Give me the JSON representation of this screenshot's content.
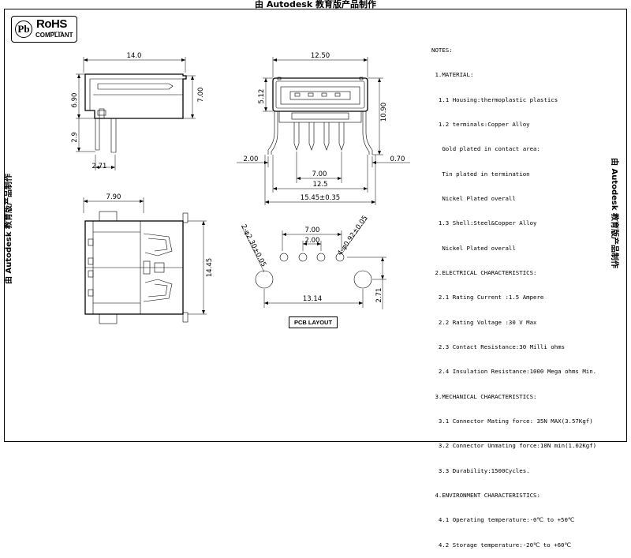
{
  "banner": {
    "top": "由 Autodesk 教育版产品制作",
    "left": "由 Autodesk 教育版产品制作",
    "right": "由 Autodesk 教育版产品制作"
  },
  "rohs": {
    "symbol": "Pb",
    "title": "RoHS",
    "subtitle": "COMPLIANT",
    "tiny": "Lead free"
  },
  "dimensions": {
    "side_width": "14.0",
    "side_height": "6.90",
    "side_right_height": "7.00",
    "side_pin_length": "2.9",
    "side_pin_offset": "2.71",
    "front_width": "12.50",
    "front_height": "5.12",
    "front_total_height": "10.90",
    "front_left_offset": "2.00",
    "front_right_offset": "0.70",
    "front_pin_span": "7.00",
    "front_body_width": "12.5",
    "front_overall_width": "15.45±0.35",
    "top_depth": "7.90",
    "top_length": "14.45",
    "pcb_outer_pitch": "7.00",
    "pcb_inner_pitch": "2.00",
    "pcb_large_hole": "2-φ2.30±0.05",
    "pcb_small_hole": "4-φ0.92±0.05",
    "pcb_mount_span": "13.14",
    "pcb_mount_offset": "2.71"
  },
  "pcb_layout_label": "PCB LAYOUT",
  "notes": [
    "NOTES:",
    " 1.MATERIAL:",
    "  1.1 Housing:thermoplastic plastics",
    "  1.2 terminals:Copper Alloy",
    "   Gold plated in contact area:",
    "   Tin plated in termination",
    "   Nickel Plated overall",
    "  1.3 Shell:Steel&Copper Alloy",
    "   Nickel Plated overall",
    " 2.ELECTRICAL CHARACTERISTICS:",
    "  2.1 Rating Current :1.5 Ampere",
    "  2.2 Rating Voltage :30 V Max",
    "  2.3 Contact Resistance:30 Milli ohms",
    "  2.4 Insulation Resistance:1000 Mega ohms Min.",
    " 3.MECHANICAL CHARACTERISTICS:",
    "  3.1 Connector Mating force: 35N MAX(3.57Kgf)",
    "  3.2 Connector Unmating force:10N min(1.02Kgf)",
    "  3.3 Durability:1500Cycles.",
    " 4.ENVIRONMENT CHARACTERISTICS:",
    "  4.1 Operating temperature:-0℃ to +50℃",
    "  4.2 Storage temperature:-20℃ to +60℃"
  ]
}
